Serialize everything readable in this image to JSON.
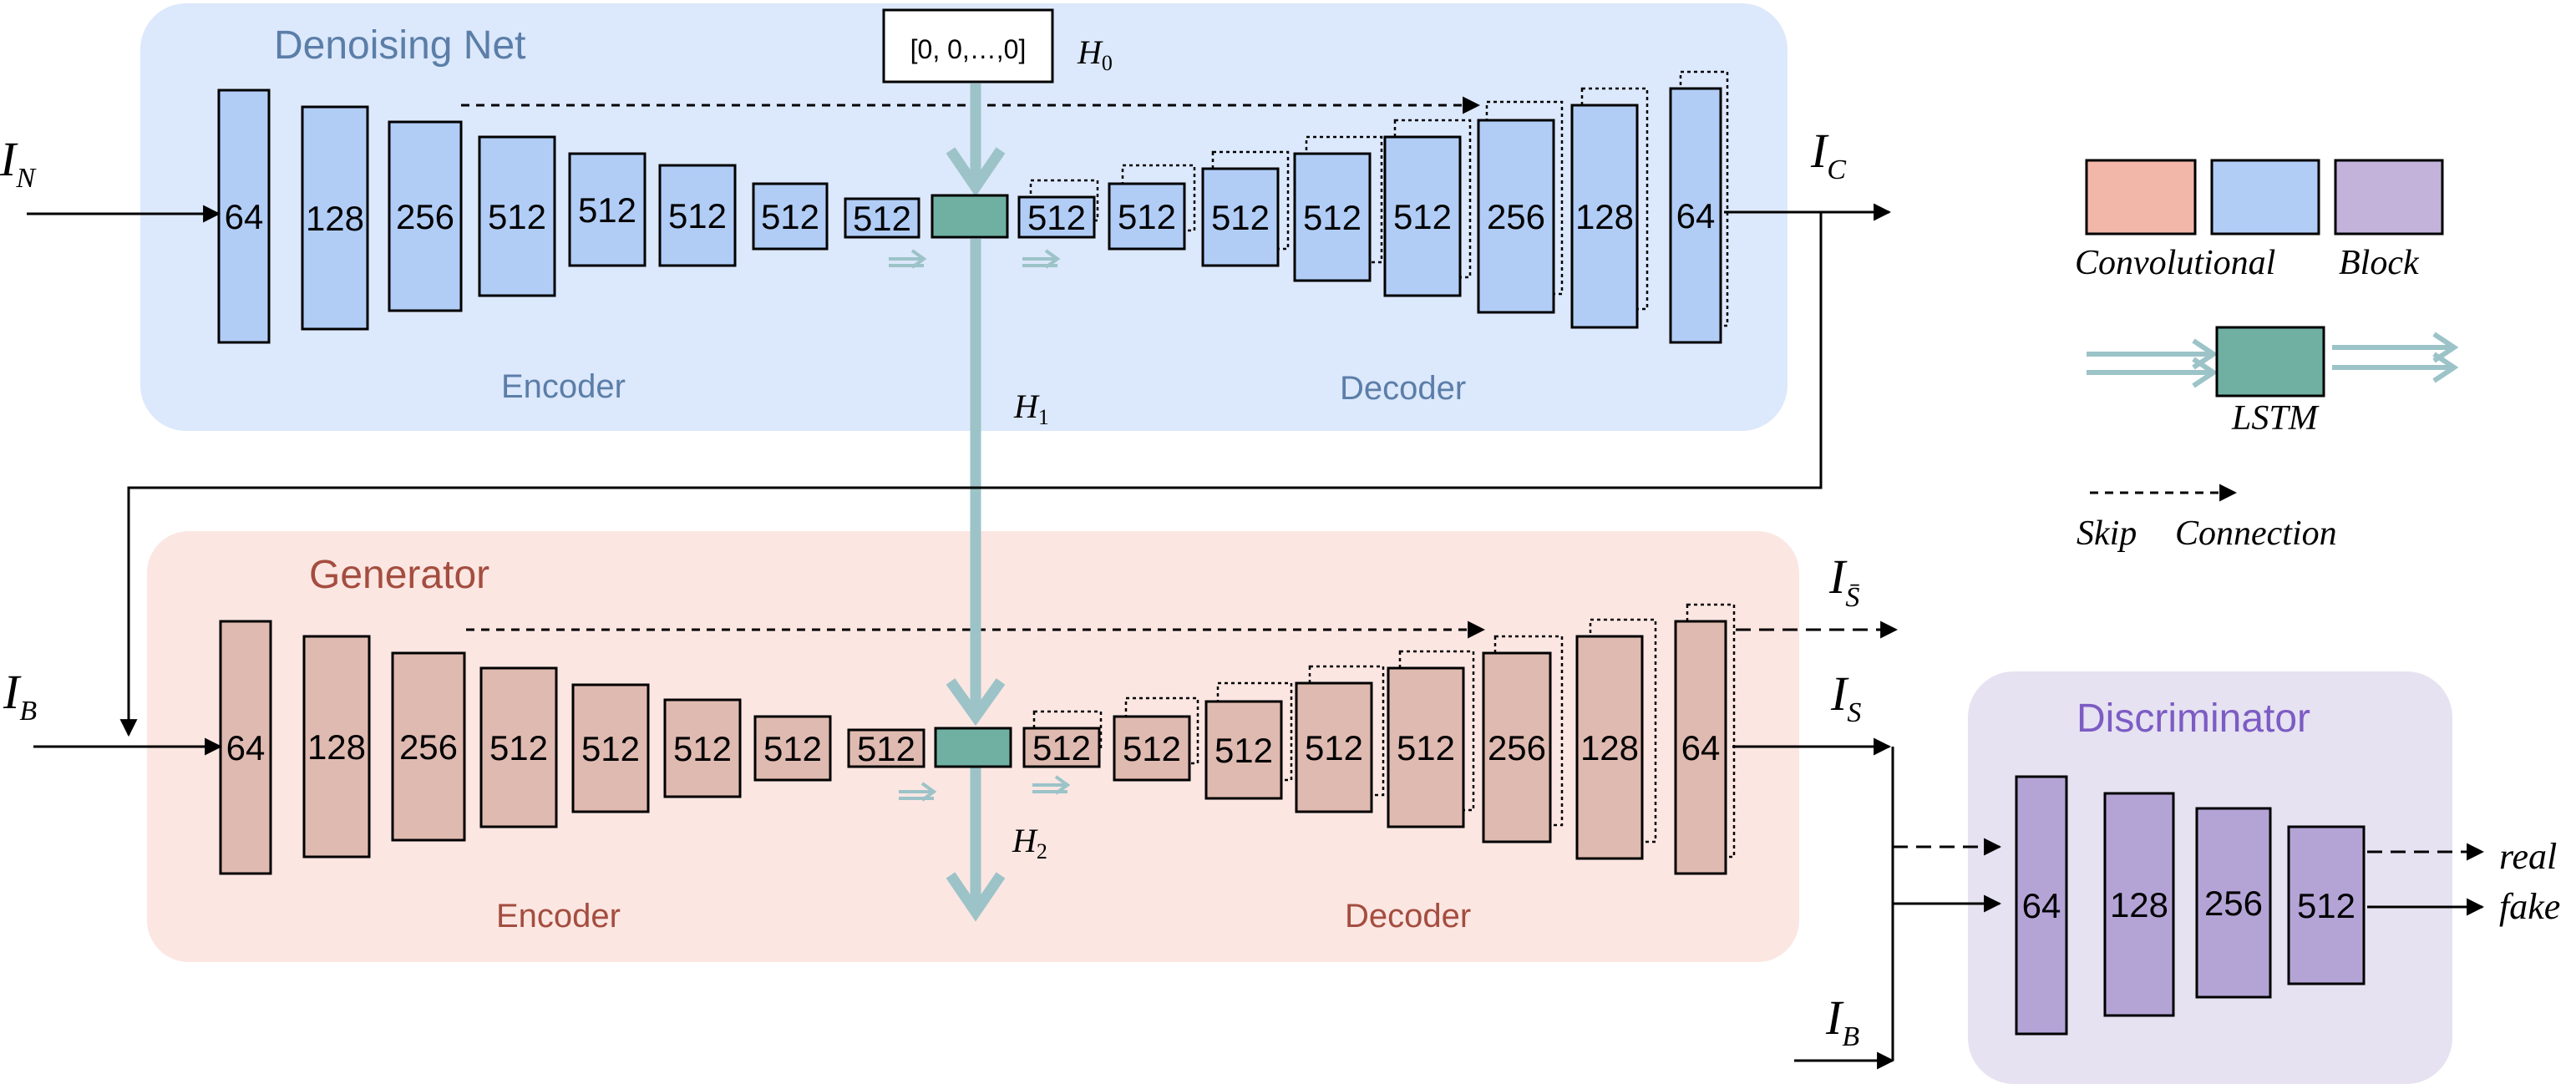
{
  "colors": {
    "denoise_panel": "#dce8fb",
    "generator_panel": "#fbe6e2",
    "discriminator_panel": "#e6e2f1",
    "blue_block": "#b1cdf6",
    "pink_block": "#dfbab1",
    "purple_block": "#b4a4d6",
    "lstm": "#6fb0a2",
    "flow_arrow": "#9cc3c8",
    "denoise_title": "#5b7ea8",
    "generator_title": "#a44d3f",
    "discriminator_title": "#7c5cc4"
  },
  "denoising": {
    "title": "Denoising Net",
    "encoder_label": "Encoder",
    "decoder_label": "Decoder",
    "encoder": [
      "64",
      "128",
      "256",
      "512",
      "512",
      "512",
      "512",
      "512"
    ],
    "decoder": [
      "512",
      "512",
      "512",
      "512",
      "512",
      "256",
      "128",
      "64"
    ],
    "input": "I",
    "input_sub": "N",
    "output": "I",
    "output_sub": "C",
    "h0_vector": "[0, 0,…,0]",
    "h0": "H",
    "h0_sub": "0",
    "h1": "H",
    "h1_sub": "1"
  },
  "generator": {
    "title": "Generator",
    "encoder_label": "Encoder",
    "decoder_label": "Decoder",
    "encoder": [
      "64",
      "128",
      "256",
      "512",
      "512",
      "512",
      "512",
      "512"
    ],
    "decoder": [
      "512",
      "512",
      "512",
      "512",
      "512",
      "256",
      "128",
      "64"
    ],
    "input": "I",
    "input_sub": "B",
    "output_sbar": "I",
    "output_sbar_sub": "S̄",
    "output_s": "I",
    "output_s_sub": "S",
    "h2": "H",
    "h2_sub": "2"
  },
  "discriminator": {
    "title": "Discriminator",
    "blocks": [
      "64",
      "128",
      "256",
      "512"
    ],
    "input_b": "I",
    "input_b_sub": "B",
    "real": "real",
    "fake": "fake"
  },
  "legend": {
    "conv_word1": "Convolutional",
    "conv_word2": "Block",
    "lstm": "LSTM",
    "skip_word1": "Skip",
    "skip_word2": "Connection"
  }
}
